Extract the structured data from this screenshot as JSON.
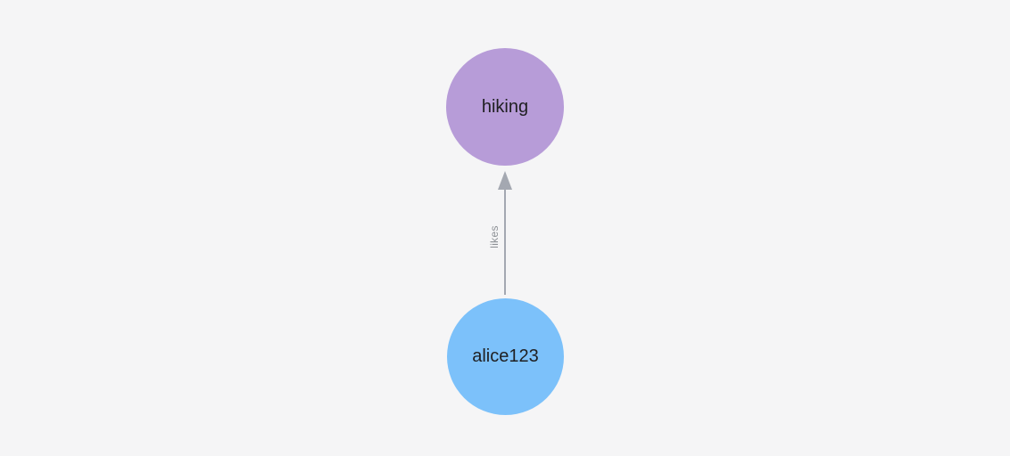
{
  "graph": {
    "background_color": "#f5f5f6",
    "nodes": [
      {
        "id": "hiking",
        "label": "hiking",
        "color": "#b79cd8",
        "text_color": "#1f1f21"
      },
      {
        "id": "alice123",
        "label": "alice123",
        "color": "#7cc1fa",
        "text_color": "#1f1f21"
      }
    ],
    "edges": [
      {
        "from": "alice123",
        "to": "hiking",
        "label": "likes",
        "color": "#a4a8b1",
        "label_color": "#8d9196",
        "arrow_direction": "up"
      }
    ]
  }
}
